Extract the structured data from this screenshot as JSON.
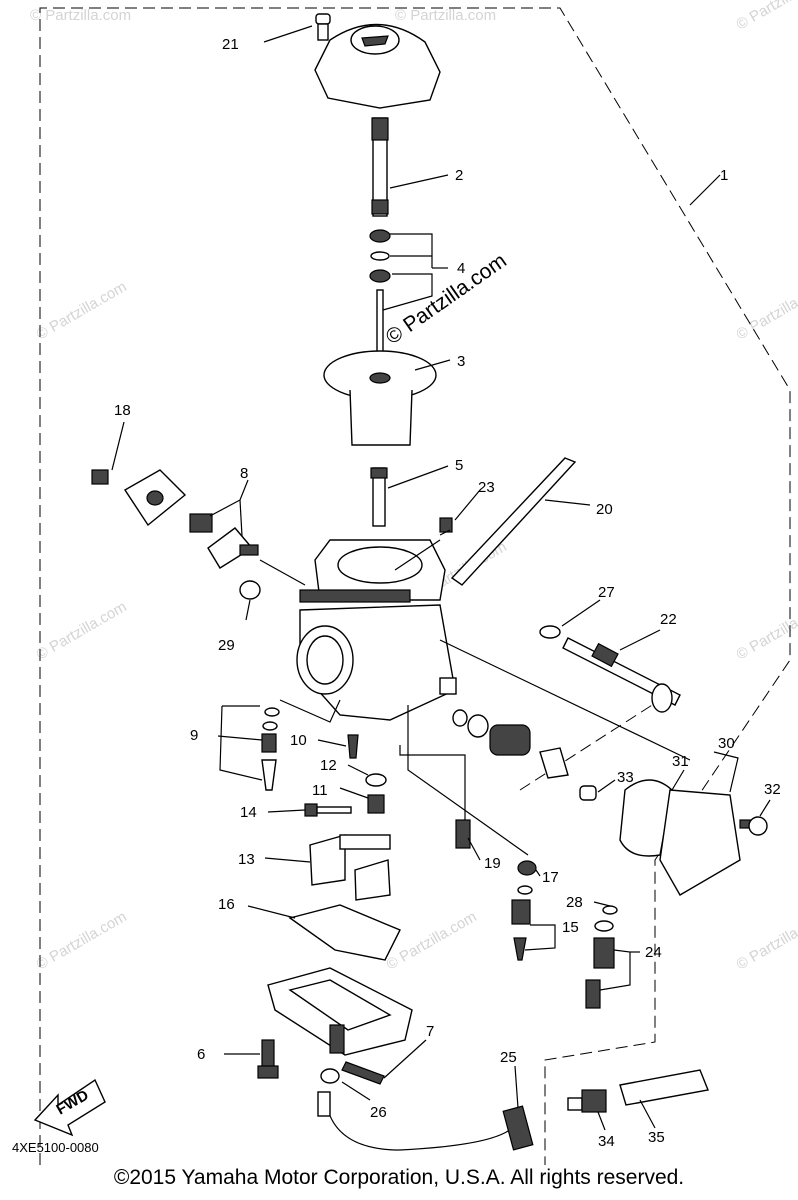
{
  "diagram": {
    "callouts": [
      {
        "id": "c1",
        "text": "1"
      },
      {
        "id": "c2",
        "text": "2"
      },
      {
        "id": "c3",
        "text": "3"
      },
      {
        "id": "c4",
        "text": "4"
      },
      {
        "id": "c5",
        "text": "5"
      },
      {
        "id": "c6",
        "text": "6"
      },
      {
        "id": "c7",
        "text": "7"
      },
      {
        "id": "c8",
        "text": "8"
      },
      {
        "id": "c9",
        "text": "9"
      },
      {
        "id": "c10",
        "text": "10"
      },
      {
        "id": "c11",
        "text": "11"
      },
      {
        "id": "c12",
        "text": "12"
      },
      {
        "id": "c13",
        "text": "13"
      },
      {
        "id": "c14",
        "text": "14"
      },
      {
        "id": "c15",
        "text": "15"
      },
      {
        "id": "c16",
        "text": "16"
      },
      {
        "id": "c17",
        "text": "17"
      },
      {
        "id": "c18",
        "text": "18"
      },
      {
        "id": "c19",
        "text": "19"
      },
      {
        "id": "c20",
        "text": "20"
      },
      {
        "id": "c21",
        "text": "21"
      },
      {
        "id": "c22",
        "text": "22"
      },
      {
        "id": "c23",
        "text": "23"
      },
      {
        "id": "c24",
        "text": "24"
      },
      {
        "id": "c25",
        "text": "25"
      },
      {
        "id": "c26",
        "text": "26"
      },
      {
        "id": "c27",
        "text": "27"
      },
      {
        "id": "c28",
        "text": "28"
      },
      {
        "id": "c29",
        "text": "29"
      },
      {
        "id": "c30",
        "text": "30"
      },
      {
        "id": "c31",
        "text": "31"
      },
      {
        "id": "c32",
        "text": "32"
      },
      {
        "id": "c33",
        "text": "33"
      },
      {
        "id": "c34",
        "text": "34"
      },
      {
        "id": "c35",
        "text": "35"
      }
    ],
    "fwd_label": "FWD",
    "drawing_code": "4XE5100-0080",
    "watermark_main": "© Partzilla.com",
    "watermark_faint": "© Partzilla.com",
    "copyright": "©2015  Yamaha Motor Corporation, U.S.A. All rights reserved."
  }
}
